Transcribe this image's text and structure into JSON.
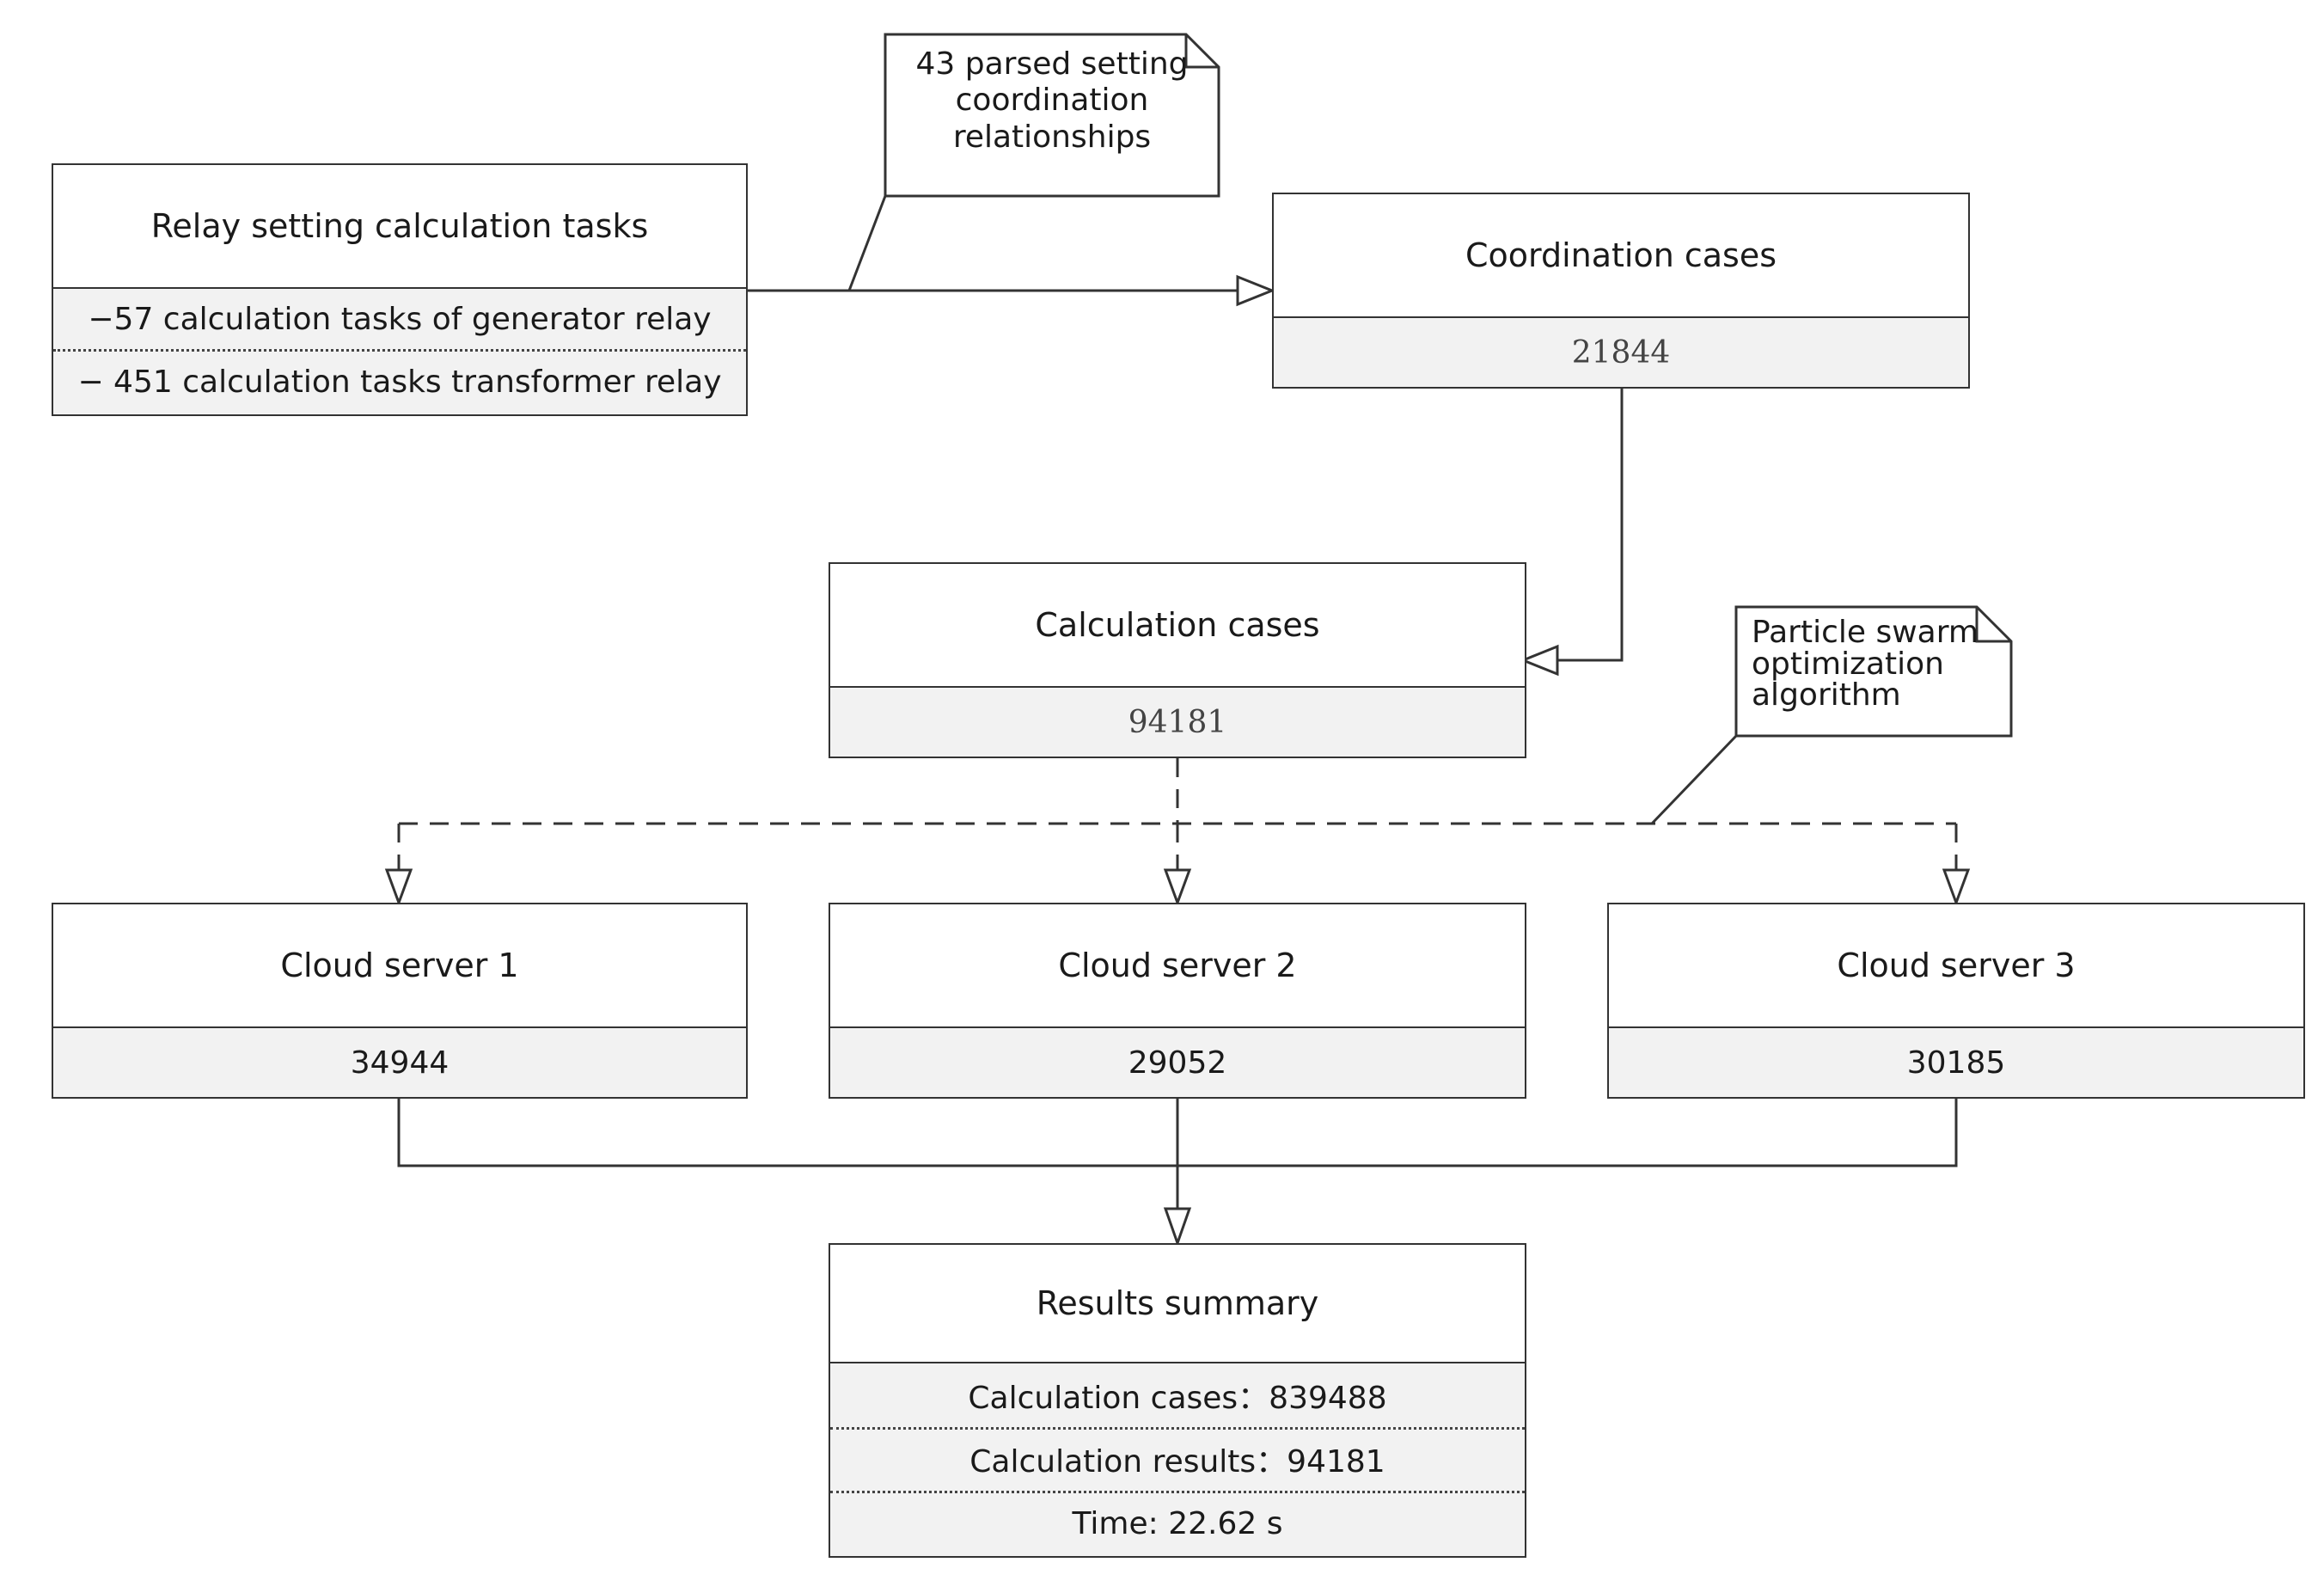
{
  "nodes": {
    "relay_tasks": {
      "title": "Relay setting calculation tasks",
      "items": [
        "−57 calculation tasks of generator relay",
        "− 451 calculation tasks transformer relay"
      ]
    },
    "coordination_cases": {
      "title": "Coordination cases",
      "value": "21844"
    },
    "calculation_cases": {
      "title": "Calculation cases",
      "value": "94181"
    },
    "cloud_server_1": {
      "title": "Cloud server 1",
      "value": "34944"
    },
    "cloud_server_2": {
      "title": "Cloud server 2",
      "value": "29052"
    },
    "cloud_server_3": {
      "title": "Cloud server 3",
      "value": "30185"
    },
    "results_summary": {
      "title": "Results summary",
      "items": [
        "Calculation  cases：839488",
        "Calculation results：94181",
        "Time: 22.62 s"
      ]
    }
  },
  "notes": {
    "parsed_relationships": [
      "43 parsed setting",
      "coordination",
      "relationships"
    ],
    "pso": [
      "Particle swarm",
      "optimization",
      "algorithm"
    ]
  }
}
